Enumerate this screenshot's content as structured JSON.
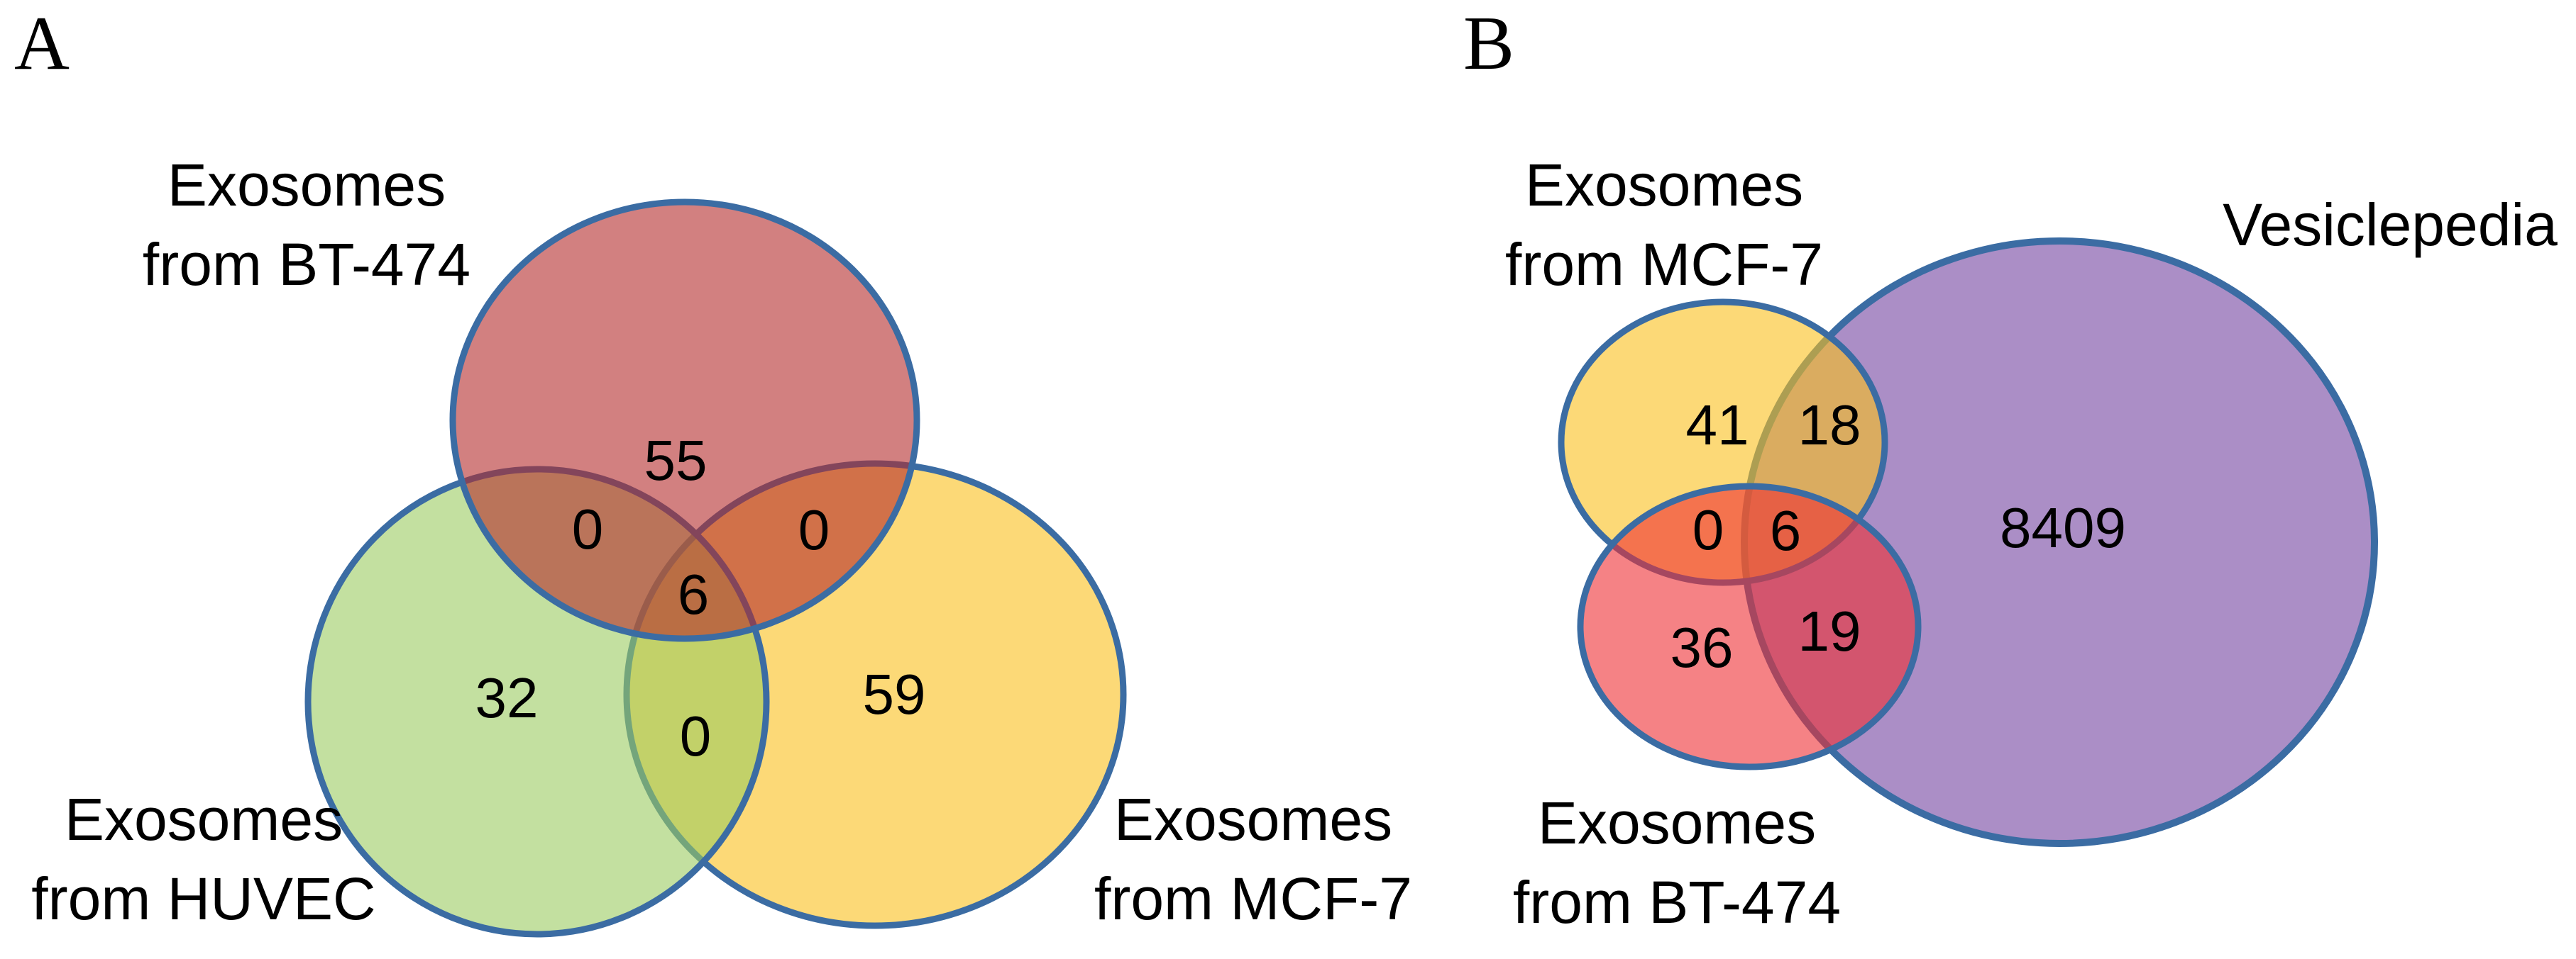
{
  "figure": {
    "panel_a": {
      "panel_label": "A",
      "labels": {
        "bt474_line1": "Exosomes",
        "bt474_line2": "from BT-474",
        "huvec_line1": "Exosomes",
        "huvec_line2": "from HUVEC",
        "mcf7_line1": "Exosomes",
        "mcf7_line2": "from MCF-7"
      },
      "counts": {
        "bt474_only": "55",
        "bt474_huvec": "0",
        "bt474_mcf7": "0",
        "center_all": "6",
        "huvec_only": "32",
        "huvec_mcf7": "0",
        "mcf7_only": "59"
      }
    },
    "panel_b": {
      "panel_label": "B",
      "labels": {
        "mcf7_line1": "Exosomes",
        "mcf7_line2": "from MCF-7",
        "vesiclepedia": "Vesiclepedia",
        "bt474_line1": "Exosomes",
        "bt474_line2": "from BT-474"
      },
      "counts": {
        "mcf7_only": "41",
        "mcf7_vesiclepedia": "18",
        "mcf7_bt474": "0",
        "center_all": "6",
        "vesiclepedia_only": "8409",
        "bt474_only": "36",
        "bt474_vesiclepedia": "19"
      }
    }
  },
  "colors": {
    "stroke": "#3b6ca3",
    "fill_opacity": "0.6",
    "red_a_base": "#b42b2b",
    "green_base": "#9bcb61",
    "yellow_base": "#fac01c",
    "purple_base": "#7343a0",
    "red_b_base": "#ee2f34",
    "text": "#000000"
  },
  "chart_data": {
    "type": "venn",
    "panels": [
      {
        "panel": "A",
        "sets": [
          "Exosomes from BT-474",
          "Exosomes from HUVEC",
          "Exosomes from MCF-7"
        ],
        "regions": {
          "BT-474 only": 55,
          "HUVEC only": 32,
          "MCF-7 only": 59,
          "BT-474 ∩ HUVEC": 0,
          "BT-474 ∩ MCF-7": 0,
          "HUVEC ∩ MCF-7": 0,
          "BT-474 ∩ HUVEC ∩ MCF-7": 6
        }
      },
      {
        "panel": "B",
        "sets": [
          "Exosomes from MCF-7",
          "Vesiclepedia",
          "Exosomes from BT-474"
        ],
        "regions": {
          "MCF-7 only": 41,
          "Vesiclepedia only": 8409,
          "BT-474 only": 36,
          "MCF-7 ∩ Vesiclepedia": 18,
          "MCF-7 ∩ BT-474": 0,
          "BT-474 ∩ Vesiclepedia": 19,
          "MCF-7 ∩ BT-474 ∩ Vesiclepedia": 6
        }
      }
    ]
  }
}
